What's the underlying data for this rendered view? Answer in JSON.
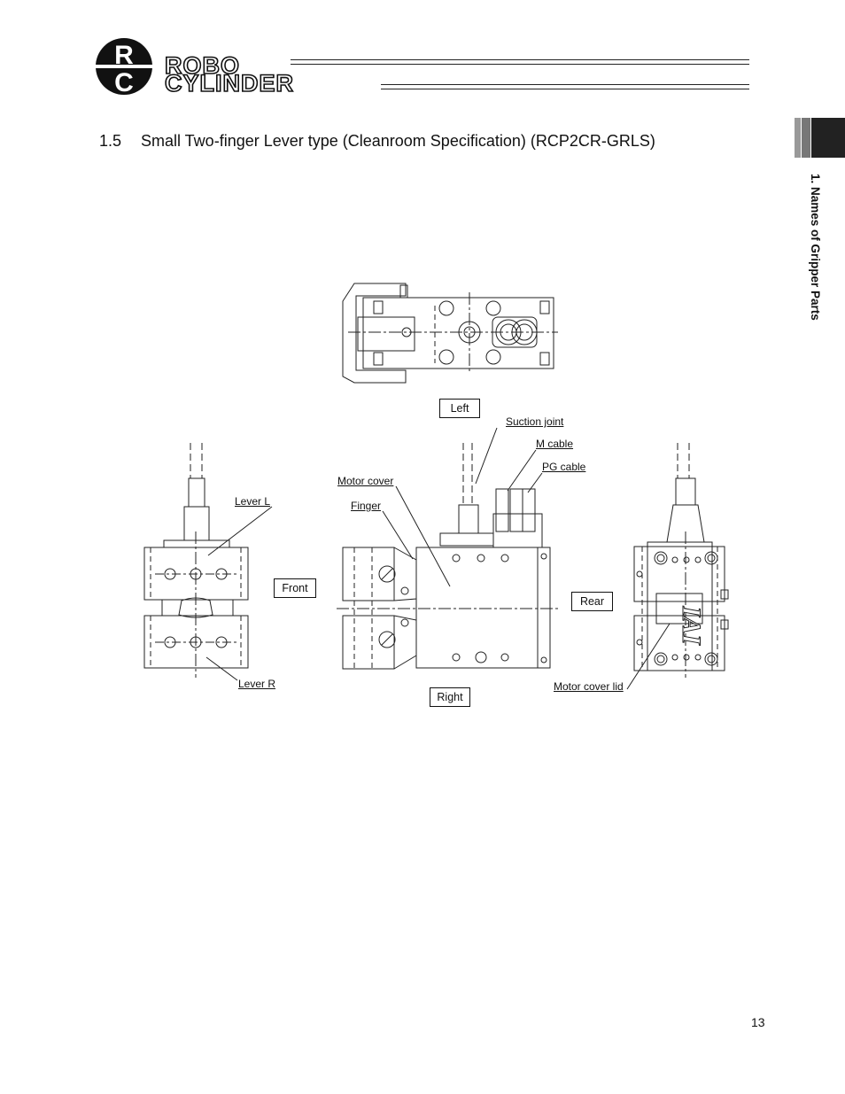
{
  "header": {
    "logo_mark_r": "R",
    "logo_mark_c": "C",
    "logo_line1": "ROBO",
    "logo_line2": "CYLINDER"
  },
  "section": {
    "number": "1.5",
    "title": "Small Two-finger Lever type (Cleanroom Specification) (RCP2CR-GRLS)"
  },
  "side_tab": {
    "text": "1. Names of Gripper Parts"
  },
  "views": {
    "left": "Left",
    "front": "Front",
    "rear": "Rear",
    "right": "Right"
  },
  "parts": {
    "suction_joint": "Suction joint",
    "m_cable": "M cable",
    "pg_cable": "PG cable",
    "motor_cover": "Motor cover",
    "finger": "Finger",
    "lever_l": "Lever L",
    "lever_r": "Lever R",
    "motor_cover_lid": "Motor cover lid"
  },
  "drawing": {
    "brand_mark": "IAI"
  },
  "footer": {
    "page_number": "13"
  }
}
